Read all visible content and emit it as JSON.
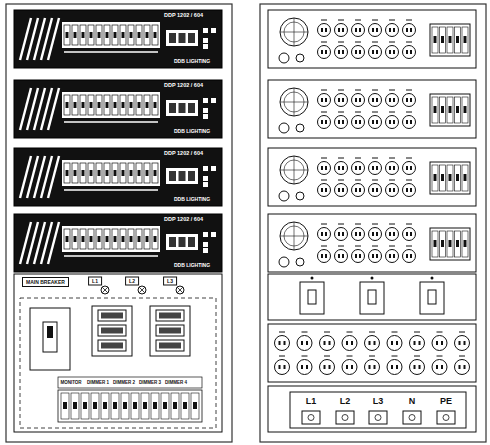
{
  "diagram": {
    "nodes": [
      {
        "text": [
          "DDP 1202 / 604",
          "DDB LIGHTING"
        ]
      },
      {
        "text": [
          "DDP 1202 / 604",
          "DDB LIGHTING"
        ]
      },
      {
        "text": [
          "DDP 1202 / 604",
          "DDB LIGHTING"
        ]
      },
      {
        "text": [
          "DDP 1202 / 604",
          "DDB LIGHTING"
        ]
      },
      {
        "text": [
          "MAIN BREAKER"
        ]
      }
    ],
    "labels": [
      "L1",
      "L2",
      "L3",
      "MONITOR",
      "DIMMER 1",
      "DIMMER 2",
      "DIMMER 3",
      "DIMMER 4",
      "L1",
      "L2",
      "L3",
      "N",
      "PE"
    ]
  }
}
